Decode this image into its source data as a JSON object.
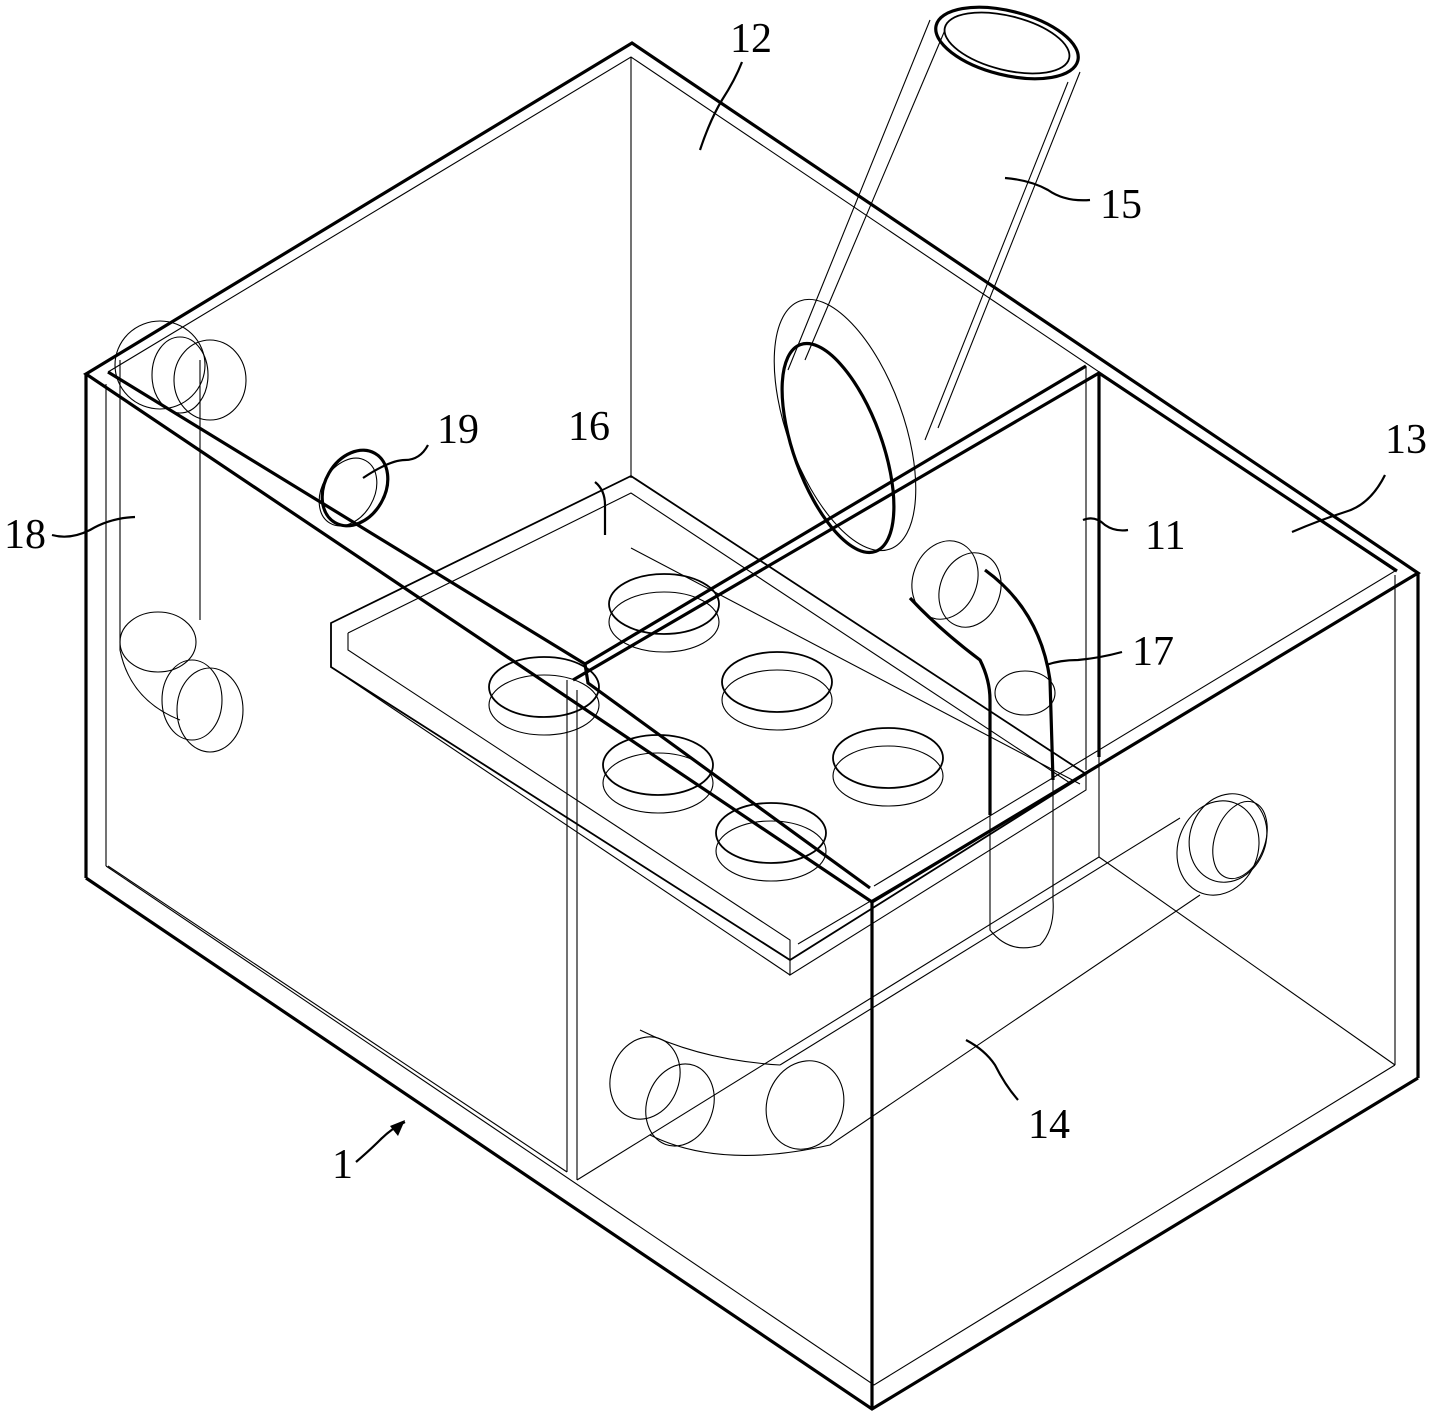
{
  "labels": {
    "l12": "12",
    "l15": "15",
    "l13": "13",
    "l11": "11",
    "l17": "17",
    "l19": "19",
    "l16": "16",
    "l18": "18",
    "l14": "14",
    "l1": "1"
  }
}
